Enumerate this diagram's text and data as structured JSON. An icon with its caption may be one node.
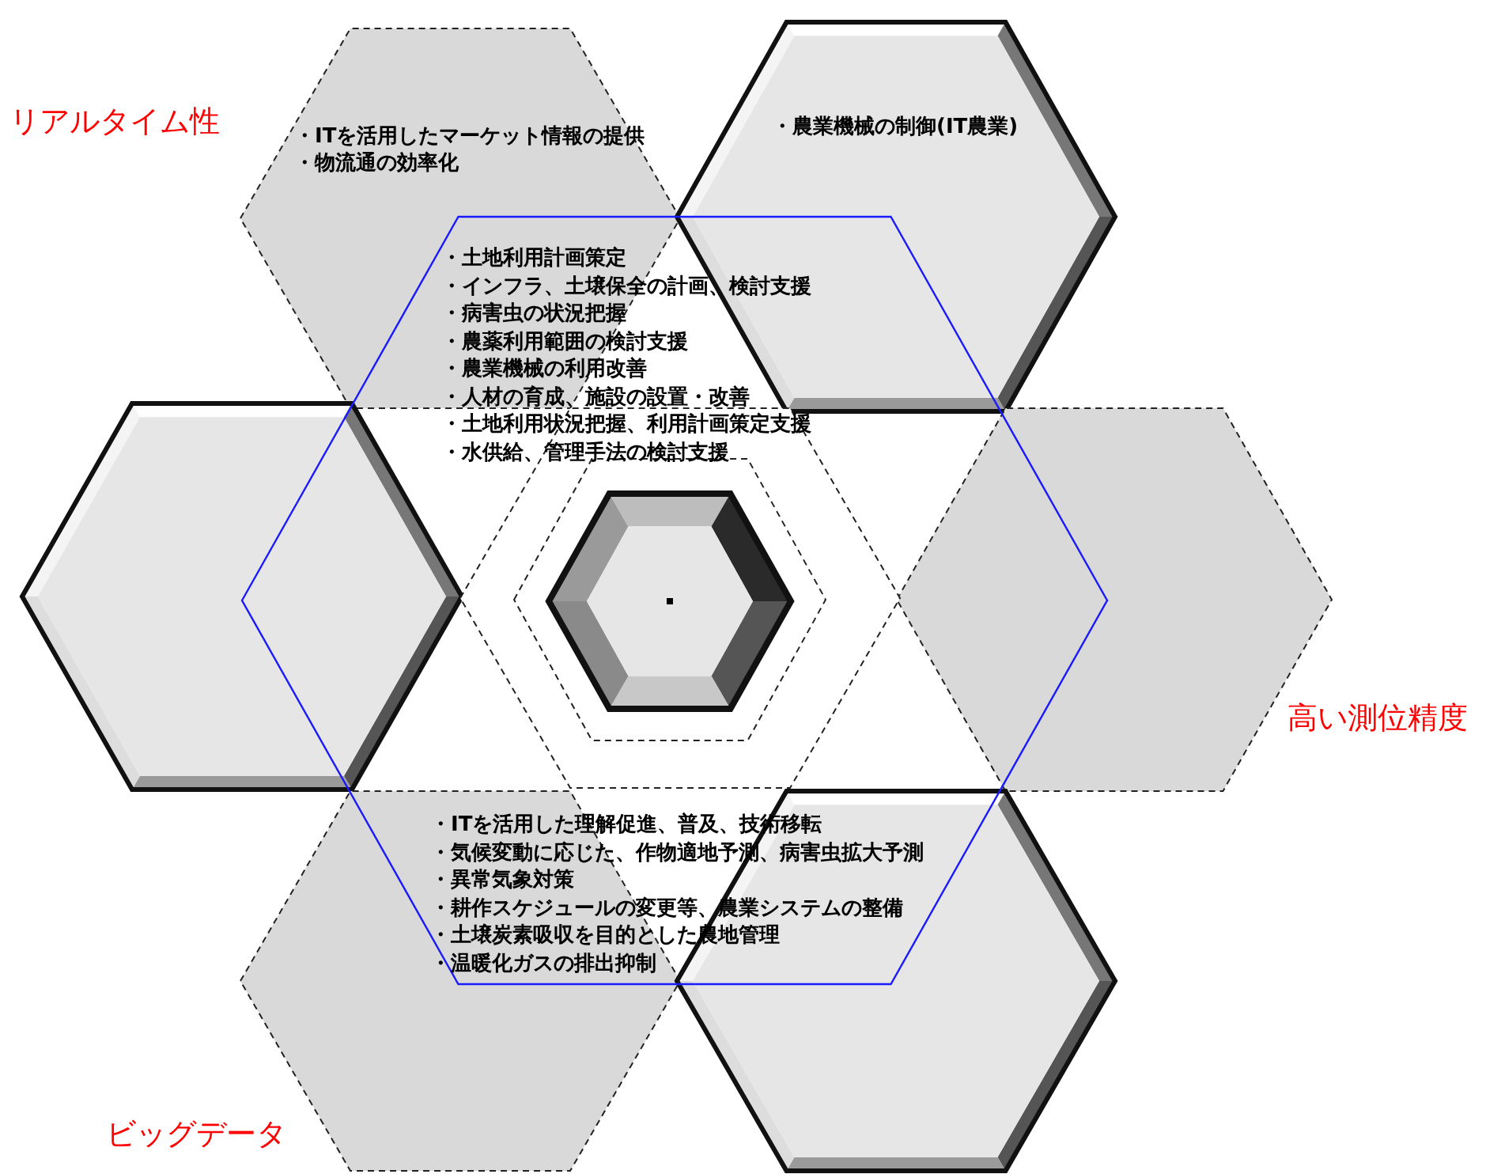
{
  "diagram": {
    "nodes": [
      {
        "text": [
          "・ITを活用したマーケット情報の提供",
          "・物流通の効率化"
        ]
      },
      {
        "text": [
          "・農業機械の制御(IT農業)"
        ]
      },
      {
        "text": [],
        "shape": "hexagon"
      },
      {
        "text": [
          "・土地利用計画策定",
          "・インフラ、土壌保全の計画、検討支援",
          "・病害虫の状況把握",
          "・農薬利用範囲の検討支援",
          "・農業機械の利用改善",
          "・人材の育成、施設の設置・改善",
          "・土地利用状況把握、利用計画策定支援",
          "・水供給、管理手法の検討支援"
        ],
        "in": 2
      },
      {
        "text": [],
        "shape": "hexagon"
      },
      {
        "text": [],
        "shape": "hexagon",
        "in": 2
      },
      {
        "text": [],
        "shape": "hexagon",
        "in": 5
      },
      {
        "text": [],
        "shape": "hexagon",
        "in": 6
      },
      {
        "text": [],
        "shape": "hexagon"
      },
      {
        "text": [
          "・ITを活用した理解促進、普及、技術移転",
          "・気候変動に応じた、作物適地予測、病害虫拡大予測",
          "・異常気象対策",
          "・耕作スケジュールの変更等、農業システムの整備",
          "・土壌炭素吸収を目的とした農地管理",
          "・温暖化ガスの排出抑制"
        ],
        "in": 2
      },
      {
        "text": [],
        "shape": "hexagon"
      },
      {
        "text": [],
        "shape": "hexagon"
      }
    ],
    "edges": [],
    "labels": [
      "リアルタイム性",
      "高い測位精度",
      "ビッグデータ"
    ]
  }
}
